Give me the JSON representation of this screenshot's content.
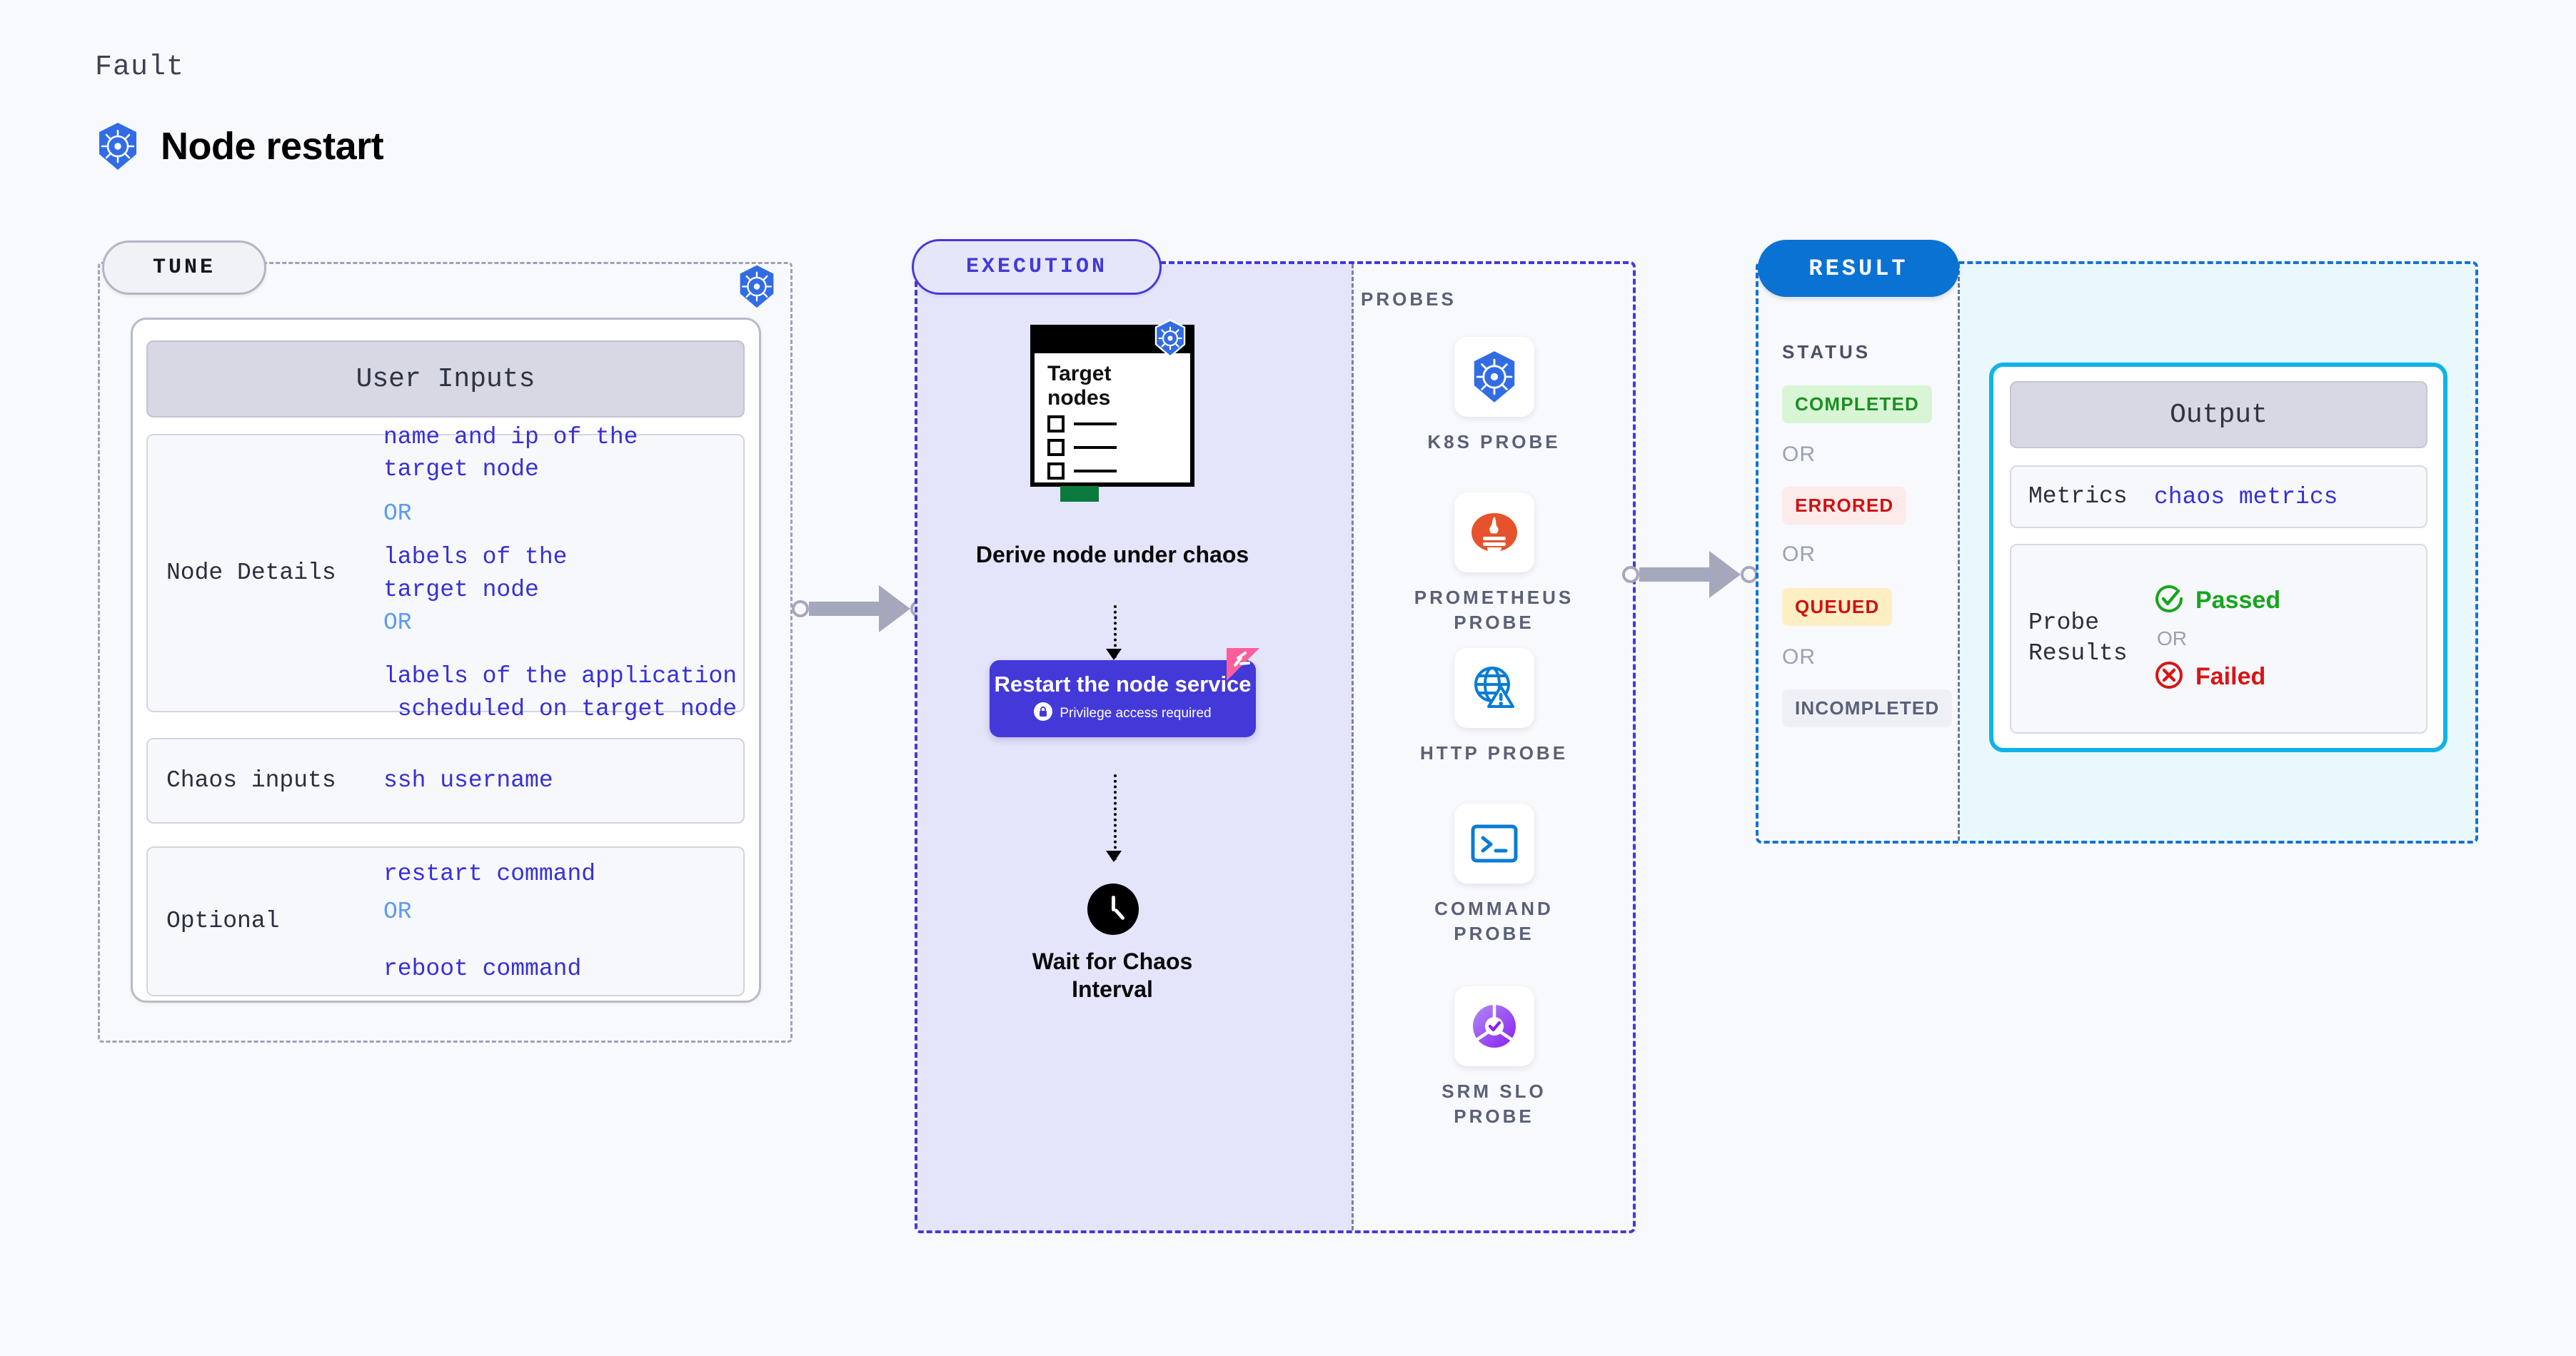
{
  "header": {
    "eyebrow": "Fault",
    "title": "Node restart",
    "icon": "kubernetes-icon"
  },
  "tune": {
    "badge": "TUNE",
    "corner_icon": "kubernetes-icon",
    "card_title": "User Inputs",
    "rows": [
      {
        "label": "Node Details",
        "values": [
          "name and ip of the\ntarget node",
          "OR",
          "labels of the\ntarget node",
          "OR",
          "labels of the application\n scheduled on target node"
        ]
      },
      {
        "label": "Chaos inputs",
        "values": [
          "ssh username"
        ]
      },
      {
        "label": "Optional",
        "values": [
          "restart command",
          "OR",
          "reboot command"
        ]
      }
    ]
  },
  "execution": {
    "badge": "EXECUTION",
    "node_window": {
      "title": "Target\nnodes",
      "icon": "kubernetes-icon",
      "items": 3
    },
    "steps": [
      {
        "caption": "Derive node under chaos"
      },
      {
        "caption": "Wait for Chaos Interval"
      }
    ],
    "restart_box": {
      "title": "Restart the node service",
      "subtitle": "Privilege access required",
      "lock_icon": "lock-icon",
      "color": "#4339d9",
      "ribbon_color": "#fb5f9b"
    },
    "clock_icon": "clock-icon",
    "probes_title": "PROBES",
    "probes": [
      {
        "label": "K8S PROBE",
        "icon": "kubernetes-icon"
      },
      {
        "label": "PROMETHEUS PROBE",
        "icon": "prometheus-icon"
      },
      {
        "label": "HTTP PROBE",
        "icon": "globe-warning-icon"
      },
      {
        "label": "COMMAND PROBE",
        "icon": "terminal-icon"
      },
      {
        "label": "SRM SLO PROBE",
        "icon": "srm-slo-icon"
      }
    ]
  },
  "result": {
    "badge": "RESULT",
    "status_title": "STATUS",
    "statuses": [
      {
        "label": "COMPLETED",
        "color": "#1b8f22",
        "bg": "#d8f5d5"
      },
      {
        "label": "ERRORED",
        "color": "#cf1111",
        "bg": "#fdeaea"
      },
      {
        "label": "QUEUED",
        "color": "#cf1111",
        "bg": "#fdeec4"
      },
      {
        "label": "INCOMPLETED",
        "color": "#5b6078",
        "bg": "#eff0f5"
      }
    ],
    "or_label": "OR",
    "output": {
      "title": "Output",
      "metrics_label": "Metrics",
      "metrics_value": "chaos metrics",
      "probe_label": "Probe\nResults",
      "passed": "Passed",
      "failed": "Failed",
      "or_label": "OR",
      "border_color": "#0fb4e4"
    }
  }
}
